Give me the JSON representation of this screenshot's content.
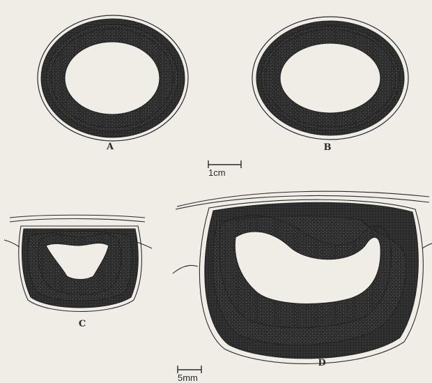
{
  "figure": {
    "panels": [
      {
        "id": "A",
        "label": "A"
      },
      {
        "id": "B",
        "label": "B"
      },
      {
        "id": "C",
        "label": "C"
      },
      {
        "id": "D",
        "label": "D"
      }
    ],
    "scale_bars": [
      {
        "id": "top",
        "text": "1cm"
      },
      {
        "id": "bottom",
        "text": "5mm"
      }
    ]
  }
}
